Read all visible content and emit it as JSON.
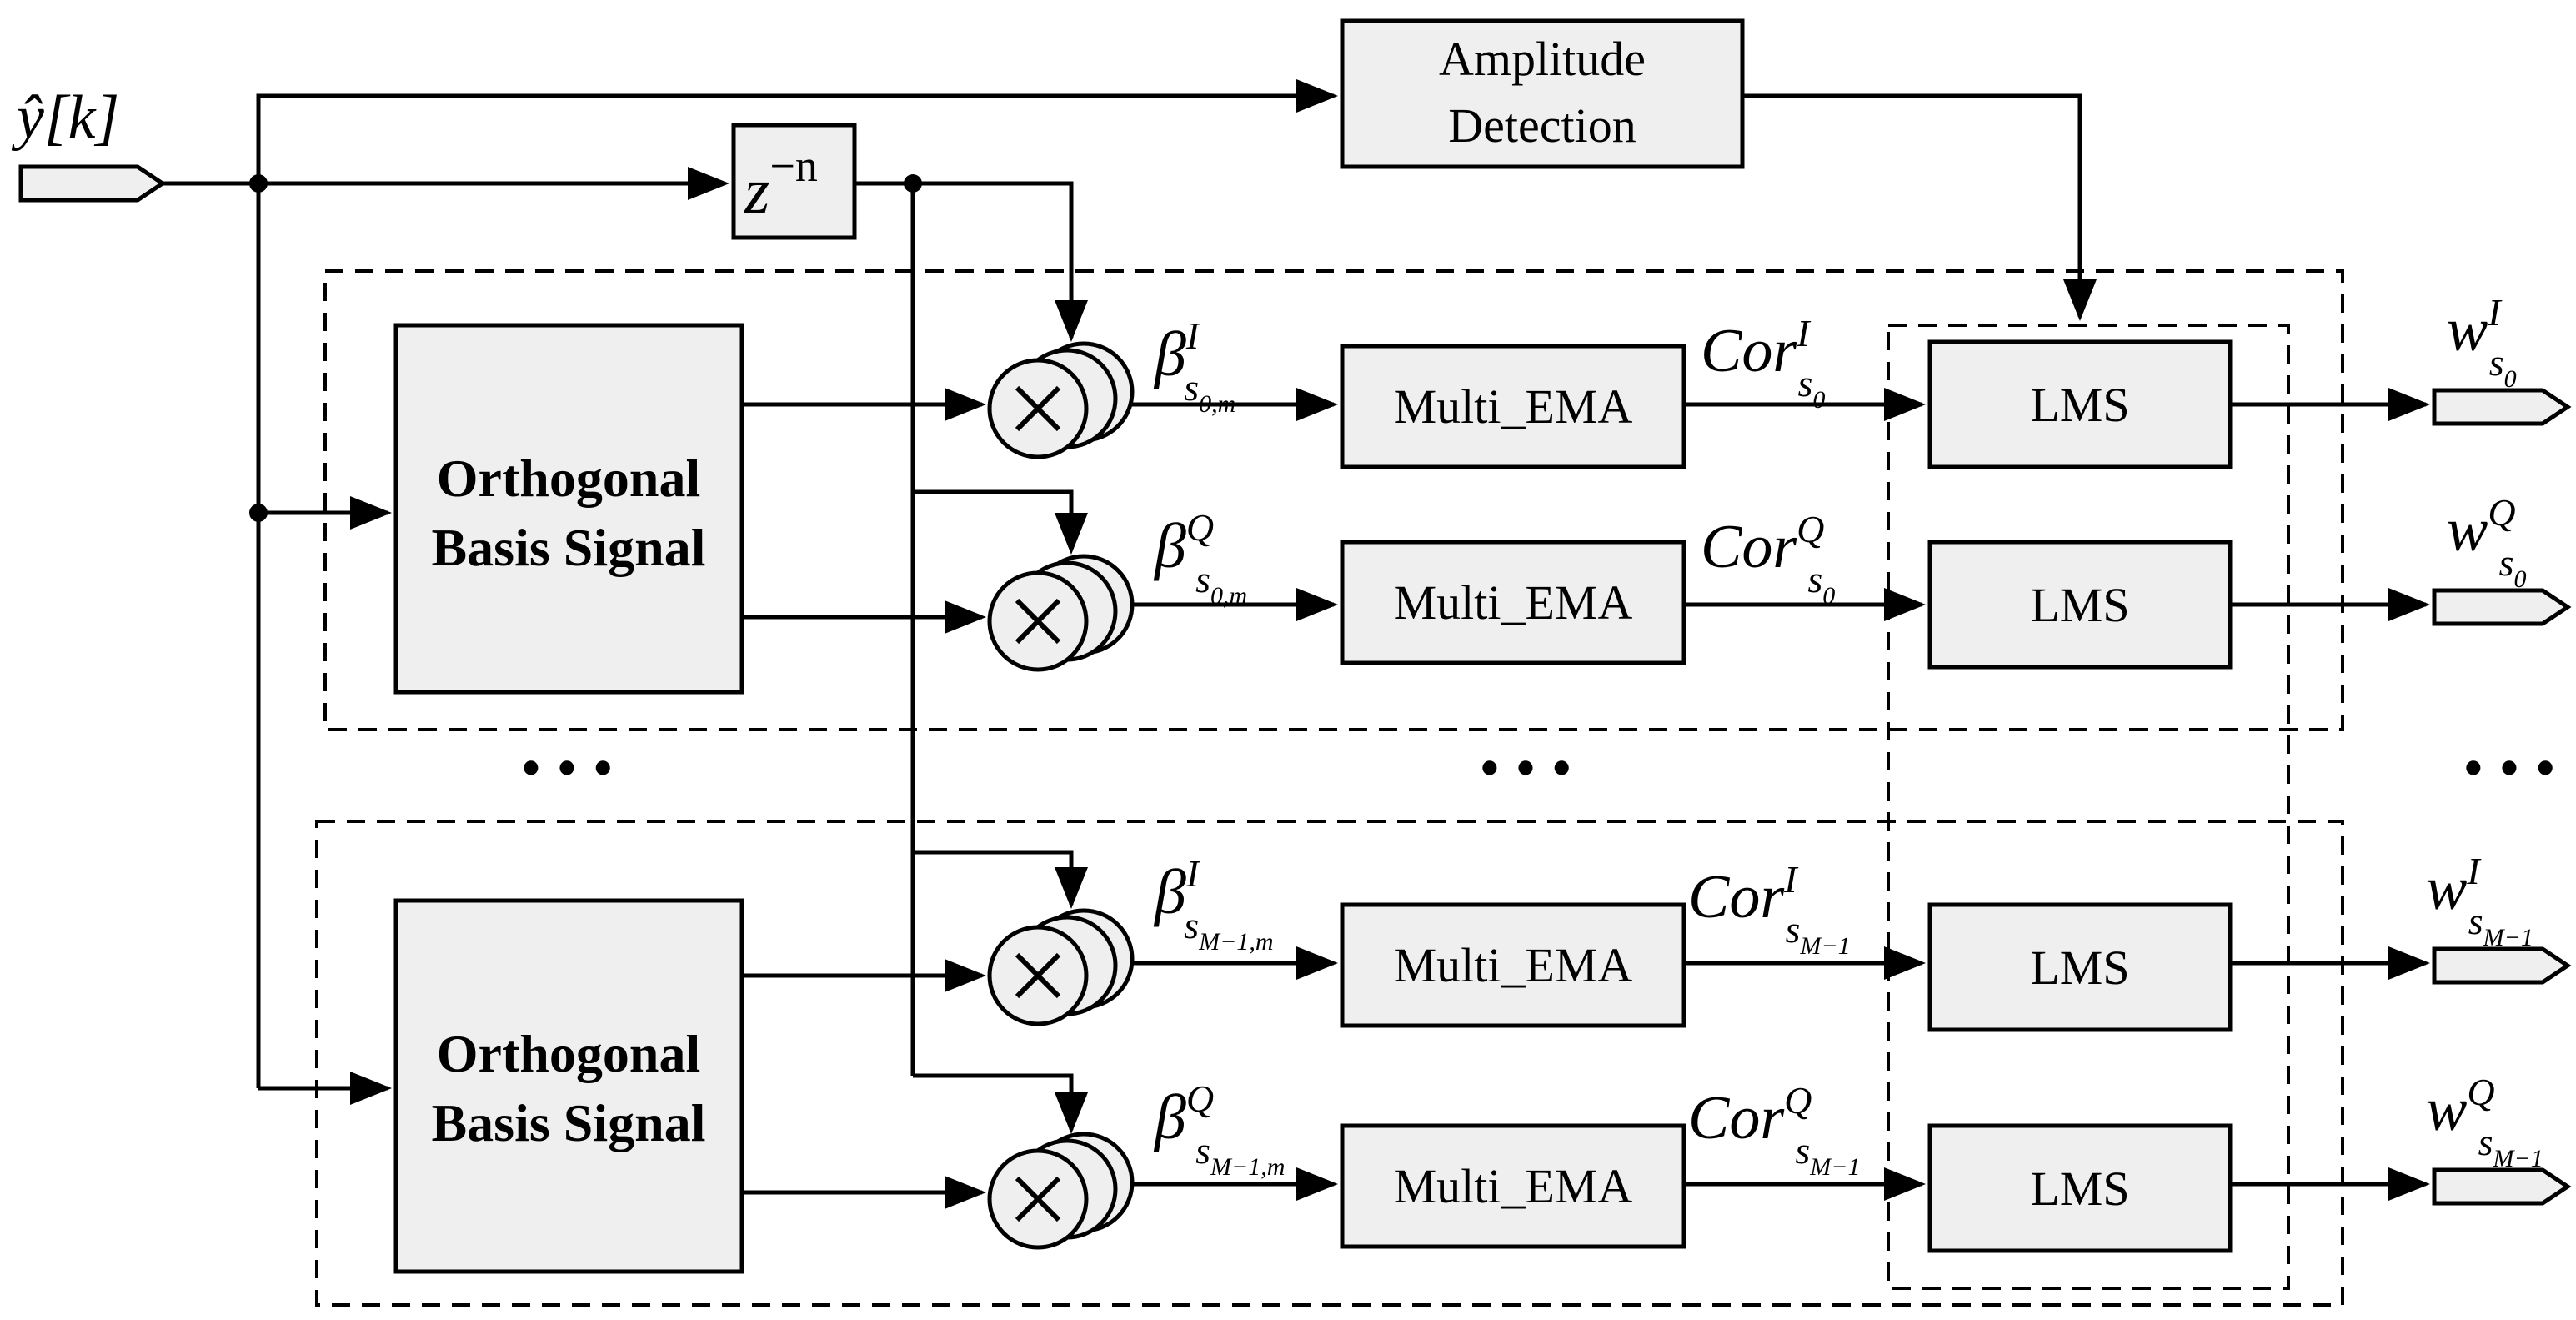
{
  "input": {
    "label": "ŷ[k]"
  },
  "delay": {
    "label": "z",
    "sup": "−n"
  },
  "amplitude": {
    "line1": "Amplitude",
    "line2": "Detection"
  },
  "basis": {
    "line1": "Orthogonal",
    "line2": "Basis Signal"
  },
  "ema": {
    "label": "Multi_EMA"
  },
  "lms": {
    "label": "LMS"
  },
  "ellipsis": "• • •",
  "beta": {
    "base": "β",
    "sub_first_pre": "s",
    "sub_first_idx": "0,m",
    "sub_last_pre": "s",
    "sub_last_idx": "M−1,m",
    "I": "I",
    "Q": "Q"
  },
  "cor": {
    "base": "Cor",
    "sub_first_pre": "s",
    "sub_first_idx": "0",
    "sub_last_pre": "s",
    "sub_last_idx": "M−1",
    "I": "I",
    "Q": "Q"
  },
  "w": {
    "base": "w",
    "sub_first_pre": "s",
    "sub_first_idx": "0",
    "sub_last_pre": "s",
    "sub_last_idx": "M−1",
    "I": "I",
    "Q": "Q"
  }
}
